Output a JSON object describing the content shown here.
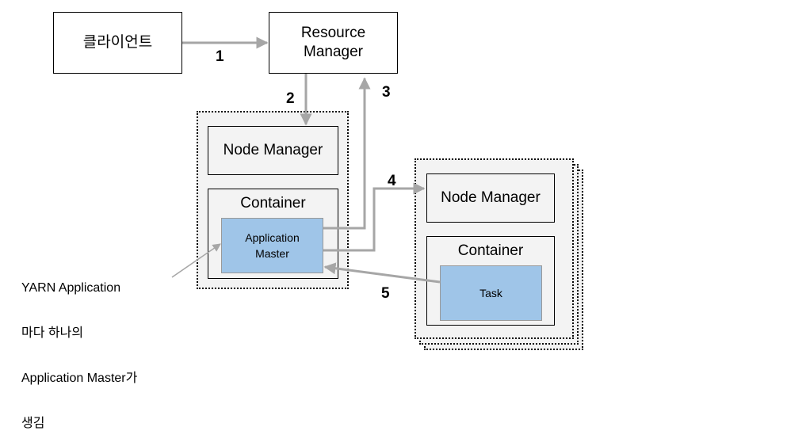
{
  "client": {
    "label": "클라이언트"
  },
  "resource_manager": {
    "line1": "Resource",
    "line2": "Manager"
  },
  "node1": {
    "node_manager": "Node Manager",
    "container": "Container",
    "app_master_line1": "Application",
    "app_master_line2": "Master"
  },
  "node2": {
    "node_manager": "Node Manager",
    "container": "Container",
    "task": "Task"
  },
  "steps": [
    "1",
    "2",
    "3",
    "4",
    "5"
  ],
  "annotation": {
    "line1": "YARN Application",
    "line2": "마다 하나의",
    "line3": "Application Master가",
    "line4": "생김"
  },
  "colors": {
    "arrow": "#a6a6a6",
    "node_background": "#f3f3f3",
    "app_box": "#9fc5e8"
  }
}
